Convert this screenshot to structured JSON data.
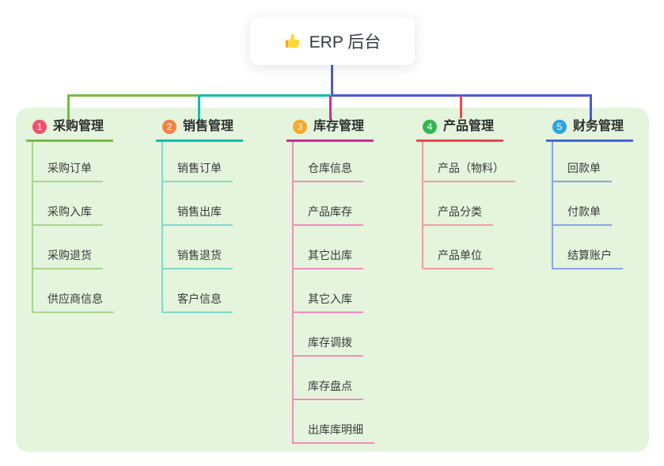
{
  "root": {
    "title": "ERP 后台",
    "icon": "thumbs-up-icon"
  },
  "colors": {
    "trunk": "#4A5AD1",
    "panel_bg": "#E4F4DD",
    "canvas_bg": "#FFFFFF",
    "title_text": "#2E2E2E",
    "node_text": "#3A3A3A"
  },
  "branches": [
    {
      "badge": "1",
      "title": "采购管理",
      "color": "#76BC43",
      "light": "#A9D68C",
      "badge_color": "#F2506B",
      "items": [
        "采购订单",
        "采购入库",
        "采购退货",
        "供应商信息"
      ]
    },
    {
      "badge": "2",
      "title": "销售管理",
      "color": "#10BFAD",
      "light": "#7FD9CB",
      "badge_color": "#F48140",
      "items": [
        "销售订单",
        "销售出库",
        "销售退货",
        "客户信息"
      ]
    },
    {
      "badge": "3",
      "title": "库存管理",
      "color": "#CC2F94",
      "light": "#F28CBE",
      "badge_color": "#F8A72C",
      "items": [
        "仓库信息",
        "产品库存",
        "其它出库",
        "其它入库",
        "库存调拨",
        "库存盘点",
        "出库库明细"
      ]
    },
    {
      "badge": "4",
      "title": "产品管理",
      "color": "#F0464E",
      "light": "#F59C9E",
      "badge_color": "#30B850",
      "items": [
        "产品（物料）",
        "产品分类",
        "产品单位"
      ]
    },
    {
      "badge": "5",
      "title": "财务管理",
      "color": "#4467D8",
      "light": "#8AA4E6",
      "badge_color": "#2CA4E0",
      "items": [
        "回款单",
        "付款单",
        "结算账户"
      ]
    }
  ]
}
